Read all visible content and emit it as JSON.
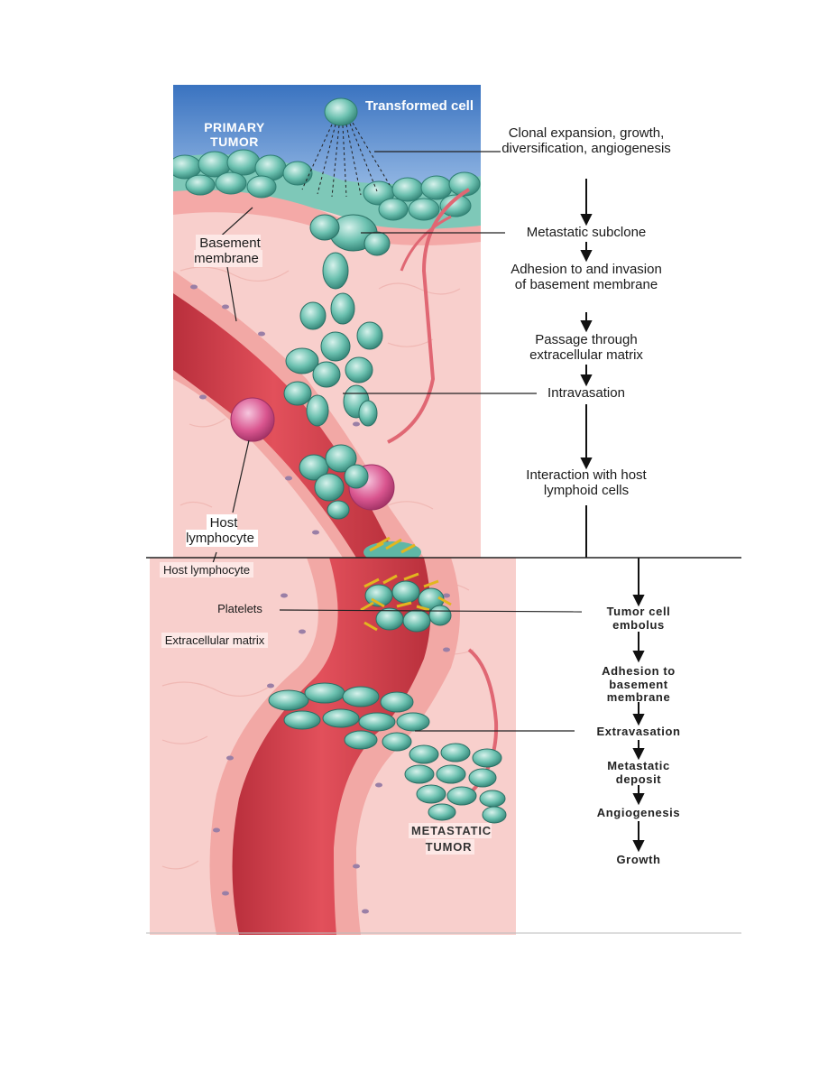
{
  "labels": {
    "primary_tumor": "PRIMARY TUMOR",
    "transformed_cell": "Transformed cell",
    "basement_membrane": "Basement membrane",
    "host_lymphocyte_upper": "Host lymphocyte",
    "host_lymphocyte_lower": "Host lymphocyte",
    "platelets": "Platelets",
    "extracellular_matrix": "Extracellular matrix",
    "metastatic_tumor": "METASTATIC TUMOR"
  },
  "steps_upper": [
    "Clonal expansion, growth, diversification, angiogenesis",
    "Metastatic subclone",
    "Adhesion to and invasion of basement membrane",
    "Passage through extracellular matrix",
    "Intravasation",
    "Interaction with host lymphoid cells"
  ],
  "steps_lower": [
    "Tumor cell embolus",
    "Adhesion to basement membrane",
    "Extravasation",
    "Metastatic deposit",
    "Angiogenesis",
    "Growth"
  ],
  "colors": {
    "tissue": "#f7c9c6",
    "vessel": "#d7424d",
    "vessel_wall": "#f0a7a3",
    "tumor_cell": "#5fb7a6",
    "tumor_cell_light": "#bfe6dc",
    "lymphocyte": "#d9558f",
    "platelet": "#e6b81e",
    "lumen_blue": "#3f7cc6"
  }
}
